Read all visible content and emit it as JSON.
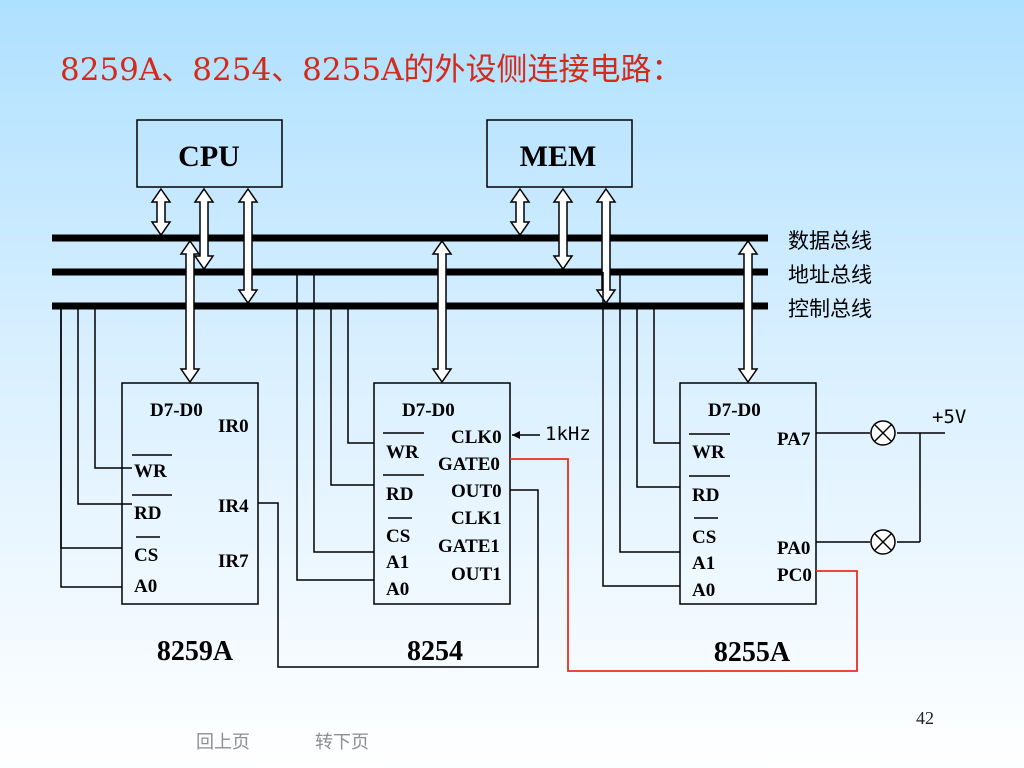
{
  "title": "8259A、8254、8255A的外设侧连接电路：",
  "top_blocks": {
    "cpu": "CPU",
    "mem": "MEM"
  },
  "buses": {
    "data": "数据总线",
    "address": "地址总线",
    "control": "控制总线"
  },
  "chip_8259a": {
    "name": "8259A",
    "pins_left": [
      "D7-D0",
      "WR",
      "RD",
      "CS",
      "A0"
    ],
    "pins_right": [
      "IR0",
      "IR4",
      "IR7"
    ]
  },
  "chip_8254": {
    "name": "8254",
    "pins_left": [
      "D7-D0",
      "WR",
      "RD",
      "CS",
      "A1",
      "A0"
    ],
    "pins_right": [
      "CLK0",
      "GATE0",
      "OUT0",
      "CLK1",
      "GATE1",
      "OUT1"
    ],
    "clock_label": "1kHz"
  },
  "chip_8255a": {
    "name": "8255A",
    "pins_left": [
      "D7-D0",
      "WR",
      "RD",
      "CS",
      "A1",
      "A0"
    ],
    "pins_right": [
      "PA7",
      "PA0",
      "PC0"
    ]
  },
  "supply_label": "+5V",
  "page_number": "42",
  "nav": {
    "prev": "回上页",
    "next": "转下页"
  },
  "colors": {
    "title": "#d42a1a",
    "signal_wire": "#e8301c",
    "wire": "#000000"
  },
  "icons": [
    "double-arrow-icon",
    "lamp-icon"
  ]
}
